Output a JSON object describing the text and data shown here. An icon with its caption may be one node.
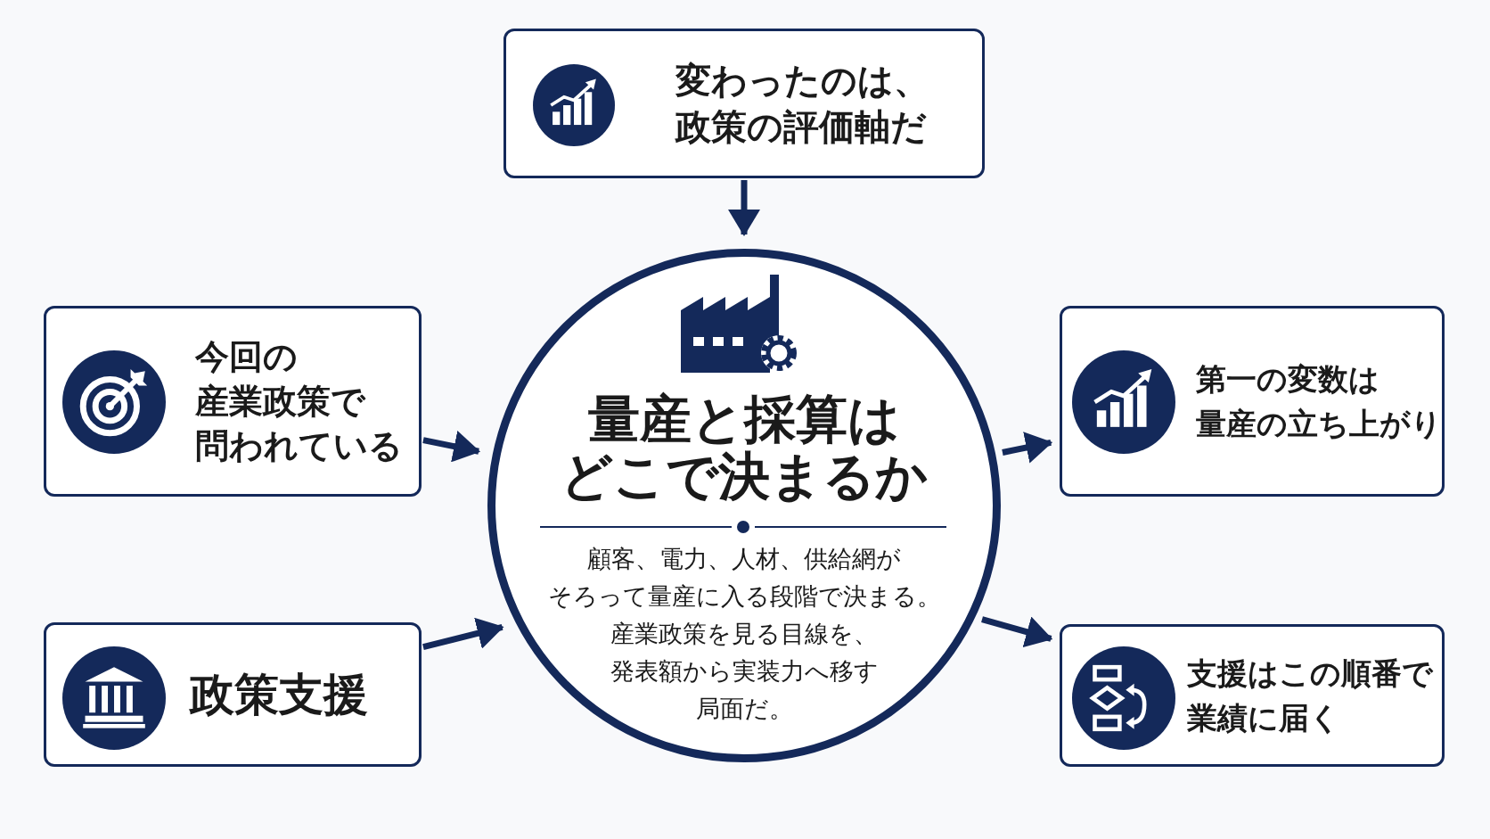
{
  "diagram": {
    "nodes": [
      {
        "text": [
          "変わったのは、政策の評価軸だ"
        ]
      },
      {
        "text": [
          "今回の産業政策で問われている"
        ]
      },
      {
        "text": [
          "量産と採算はどこで決まるか",
          "顧客、電力、人材、供給網がそろって量産に入る段階で決まる。産業政策を見る目線を、発表額から実装力へ移す局面だ。"
        ]
      },
      {
        "text": [
          "第一の変数は量産の立ち上がり"
        ]
      },
      {
        "text": [
          "政策支援"
        ]
      },
      {
        "text": [
          "支援はこの順番で業績に届く"
        ]
      }
    ],
    "edges": [
      {
        "from": 0,
        "to": 2,
        "arrow": "to"
      },
      {
        "from": 1,
        "to": 2,
        "arrow": "to"
      },
      {
        "from": 4,
        "to": 2,
        "arrow": "to"
      },
      {
        "from": 2,
        "to": 3,
        "arrow": "to"
      },
      {
        "from": 2,
        "to": 5,
        "arrow": "to"
      }
    ]
  }
}
